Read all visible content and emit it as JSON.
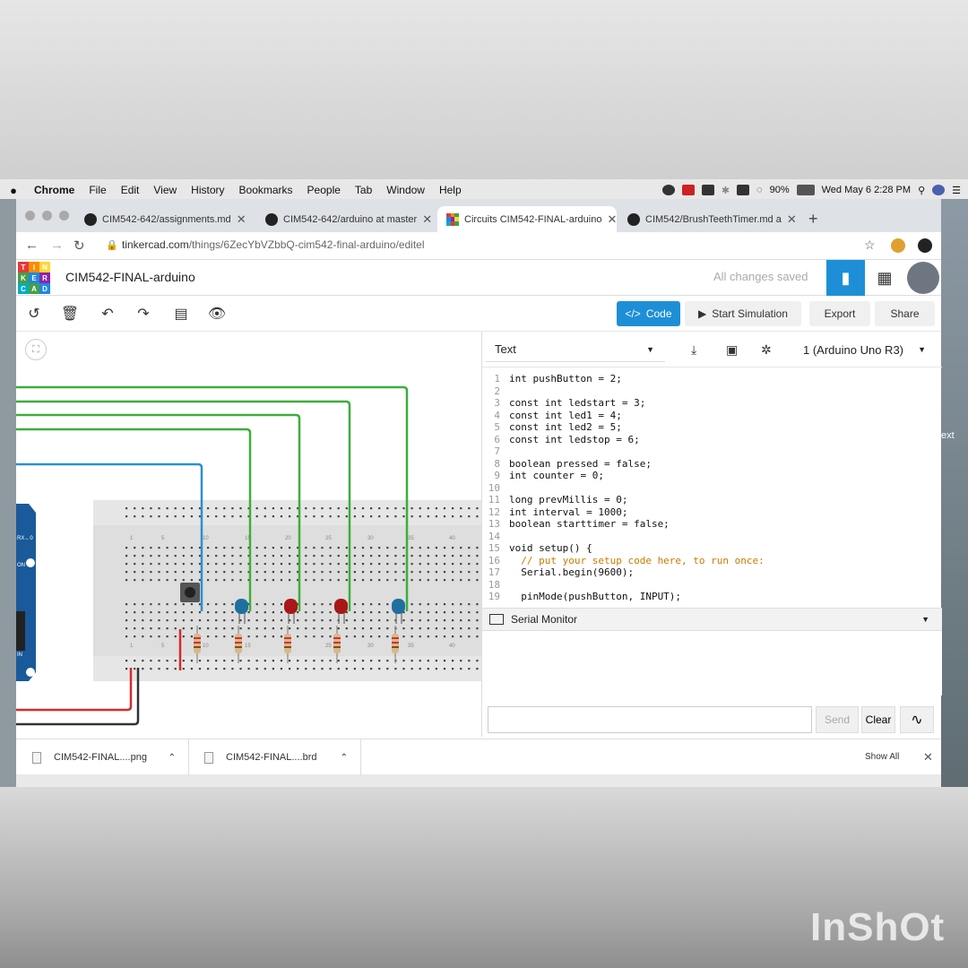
{
  "menubar": {
    "apple": "",
    "items": [
      "Chrome",
      "File",
      "Edit",
      "View",
      "History",
      "Bookmarks",
      "People",
      "Tab",
      "Window",
      "Help"
    ],
    "battery": "90%",
    "datetime": "Wed May 6  2:28 PM"
  },
  "tabs": [
    {
      "title": "CIM542-642/assignments.md"
    },
    {
      "title": "CIM542-642/arduino at master"
    },
    {
      "title": "Circuits CIM542-FINAL-arduino"
    },
    {
      "title": "CIM542/BrushTeethTimer.md a"
    }
  ],
  "address": {
    "host": "tinkercad.com",
    "path": "/things/6ZecYbVZbbQ-cim542-final-arduino/editel"
  },
  "tinkercad": {
    "logo": [
      "TIN",
      "KER",
      "CAD"
    ],
    "project": "CIM542-FINAL-arduino",
    "saved": "All changes saved"
  },
  "toolbar": {
    "code": "Code",
    "start_sim": "Start Simulation",
    "export": "Export",
    "share": "Share"
  },
  "code_panel": {
    "mode": "Text",
    "device": "1 (Arduino Uno R3)",
    "lines": [
      {
        "n": "1",
        "t": "int pushButton = 2;"
      },
      {
        "n": "2",
        "t": ""
      },
      {
        "n": "3",
        "t": "const int ledstart = 3;"
      },
      {
        "n": "4",
        "t": "const int led1 = 4;"
      },
      {
        "n": "5",
        "t": "const int led2 = 5;"
      },
      {
        "n": "6",
        "t": "const int ledstop = 6;"
      },
      {
        "n": "7",
        "t": ""
      },
      {
        "n": "8",
        "t": "boolean pressed = false;"
      },
      {
        "n": "9",
        "t": "int counter = 0;"
      },
      {
        "n": "10",
        "t": ""
      },
      {
        "n": "11",
        "t": "long prevMillis = 0;"
      },
      {
        "n": "12",
        "t": "int interval = 1000;"
      },
      {
        "n": "13",
        "t": "boolean starttimer = false;"
      },
      {
        "n": "14",
        "t": ""
      },
      {
        "n": "15",
        "t": "void setup() {"
      },
      {
        "n": "16",
        "t": "  // put your setup code here, to run once:"
      },
      {
        "n": "17",
        "t": "  Serial.begin(9600);"
      },
      {
        "n": "18",
        "t": ""
      },
      {
        "n": "19",
        "t": "  pinMode(pushButton, INPUT);"
      }
    ],
    "serial_monitor": "Serial Monitor",
    "send": "Send",
    "clear": "Clear"
  },
  "breadboard_numbers": [
    "1",
    "5",
    "10",
    "15",
    "20",
    "25",
    "30",
    "35",
    "40"
  ],
  "arduino_labels": [
    "RX←0",
    "ON",
    "IN"
  ],
  "downloads": [
    {
      "name": "CIM542-FINAL....png"
    },
    {
      "name": "CIM542-FINAL....brd"
    }
  ],
  "downloads_show_all": "Show All",
  "side_text": "ext",
  "watermark": "InShOt",
  "colors": {
    "accent": "#1e8fd6",
    "wire_green": "#3cae3c",
    "wire_blue": "#2c8fd0",
    "wire_red": "#d42a2a"
  }
}
